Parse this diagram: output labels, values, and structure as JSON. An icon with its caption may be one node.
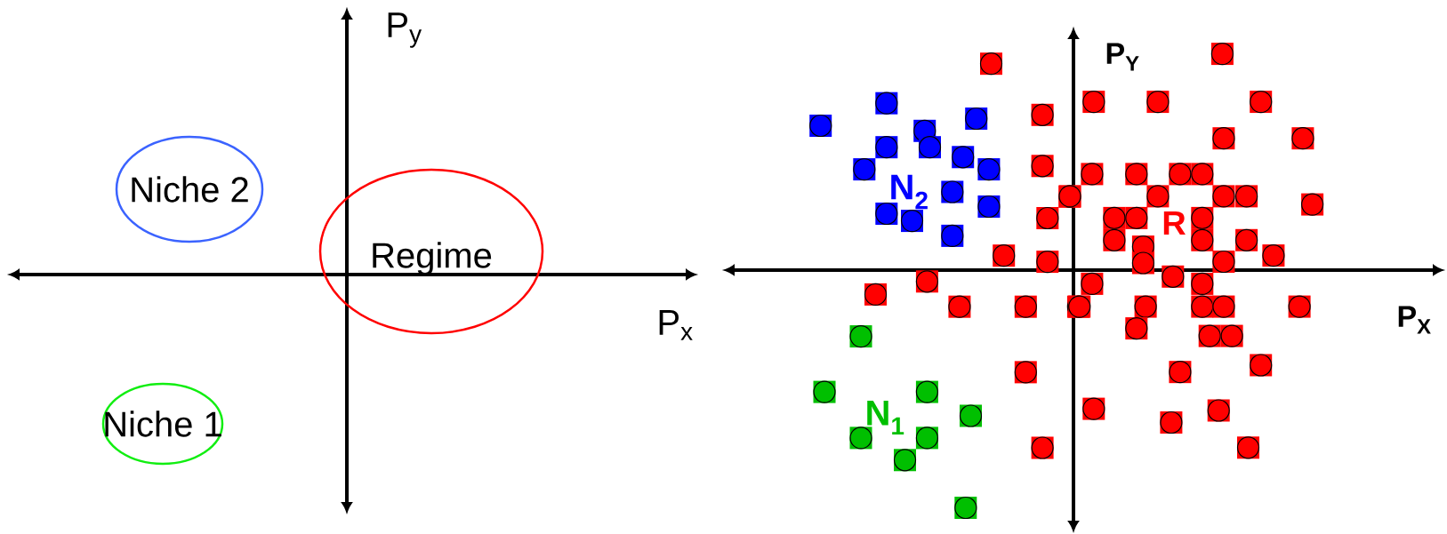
{
  "diagram": {
    "nodes": [
      {
        "text": [
          "Niche 2"
        ]
      },
      {
        "text": [
          "Regime"
        ]
      },
      {
        "text": [
          "Niche 1"
        ]
      }
    ],
    "labels": [
      "P$_{y}$",
      "P$_{x}$",
      "P$_{Y}$",
      "N$_{2}$",
      "R",
      "N$_{1}$",
      "P$_{X}$"
    ]
  }
}
